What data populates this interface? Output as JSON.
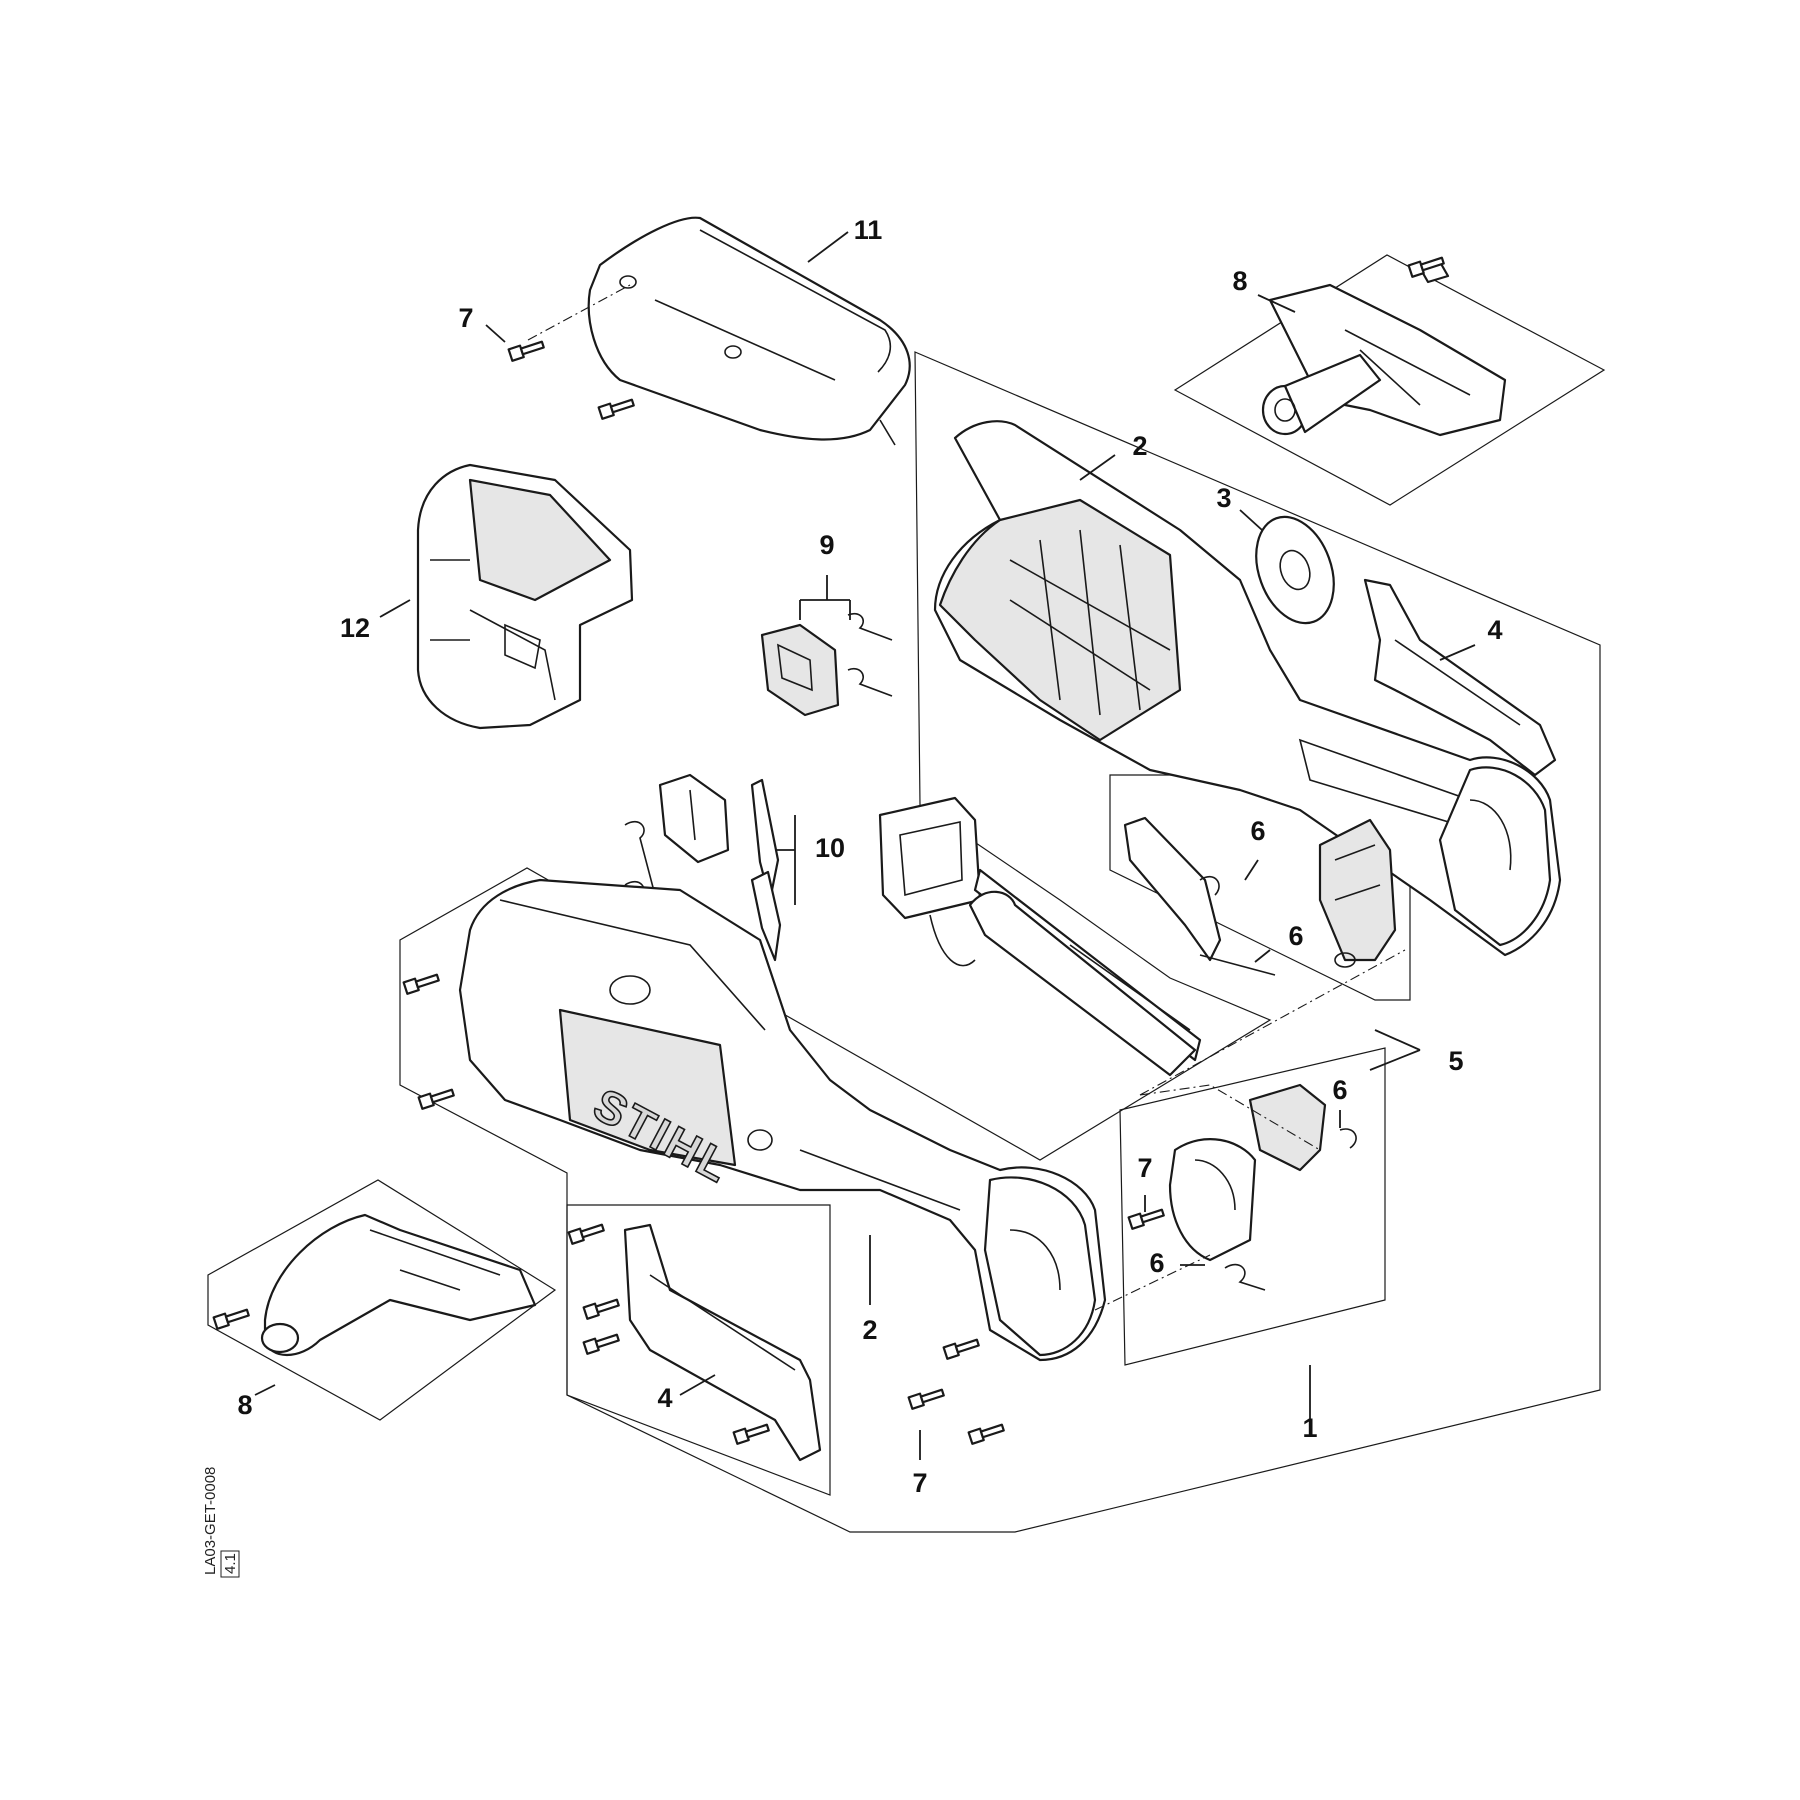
{
  "diagram": {
    "brand_logo": "STIHL",
    "drawing_reference": "LA03-GET-0008",
    "drawing_version": "4.1",
    "callouts": [
      {
        "id": "c-11",
        "label": "11"
      },
      {
        "id": "c-7-top",
        "label": "7"
      },
      {
        "id": "c-8-top",
        "label": "8"
      },
      {
        "id": "c-2-top",
        "label": "2"
      },
      {
        "id": "c-3",
        "label": "3"
      },
      {
        "id": "c-4-right",
        "label": "4"
      },
      {
        "id": "c-12",
        "label": "12"
      },
      {
        "id": "c-9",
        "label": "9"
      },
      {
        "id": "c-10",
        "label": "10"
      },
      {
        "id": "c-6-a",
        "label": "6"
      },
      {
        "id": "c-6-b",
        "label": "6"
      },
      {
        "id": "c-5",
        "label": "5"
      },
      {
        "id": "c-6-c",
        "label": "6"
      },
      {
        "id": "c-7-mid",
        "label": "7"
      },
      {
        "id": "c-6-d",
        "label": "6"
      },
      {
        "id": "c-2-bottom",
        "label": "2"
      },
      {
        "id": "c-4-bottom",
        "label": "4"
      },
      {
        "id": "c-8-bottom",
        "label": "8"
      },
      {
        "id": "c-7-bottom",
        "label": "7"
      },
      {
        "id": "c-1",
        "label": "1"
      }
    ]
  }
}
